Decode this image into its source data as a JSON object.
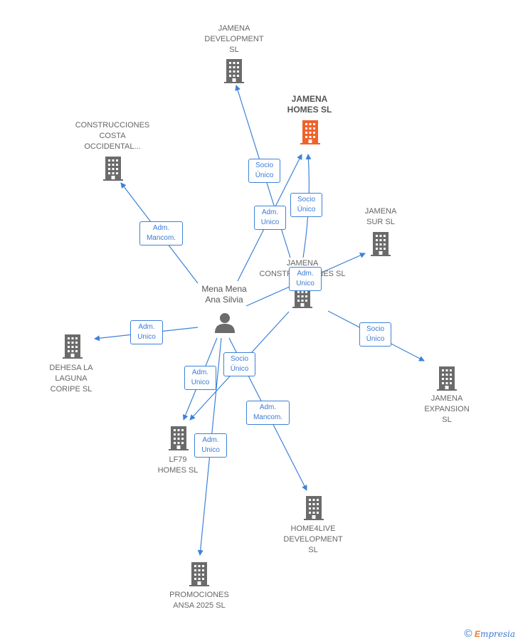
{
  "person": {
    "name": "Mena Mena\nAna Silvia"
  },
  "companies": {
    "jamena_development": "JAMENA\nDEVELOPMENT\nSL",
    "jamena_homes": "JAMENA\nHOMES  SL",
    "construcciones_costa": "CONSTRUCCIONES\nCOSTA\nOCCIDENTAL...",
    "jamena_sur": "JAMENA\nSUR  SL",
    "jamena_construcciones": "JAMENA\nCONSTRUCCIONES SL",
    "dehesa": "DEHESA LA\nLAGUNA\nCORIPE  SL",
    "jamena_expansion": "JAMENA\nEXPANSION\nSL",
    "lf79": "LF79\nHOMES  SL",
    "home4live": "HOME4LIVE\nDEVELOPMENT\nSL",
    "promociones": "PROMOCIONES\nANSA 2025  SL"
  },
  "relations": {
    "socio_unico_1": "Socio\nÚnico",
    "adm_unico_1": "Adm.\nUnico",
    "socio_unico_2": "Socio\nÚnico",
    "adm_mancom_1": "Adm.\nMancom.",
    "adm_unico_2": "Adm.\nUnico",
    "adm_unico_3": "Adm.\nUnico",
    "socio_unico_3": "Socio\nÚnico",
    "adm_unico_4": "Adm.\nUnico",
    "socio_unico_4": "Socio\nÚnico",
    "adm_mancom_2": "Adm.\nMancom.",
    "adm_unico_5": "Adm.\nUnico"
  },
  "colors": {
    "edge": "#3d82d6",
    "building": "#6b6b6b",
    "highlight": "#f0622a"
  },
  "logo": {
    "symbol": "©",
    "brand_first": "E",
    "brand_rest": "mpresia"
  }
}
